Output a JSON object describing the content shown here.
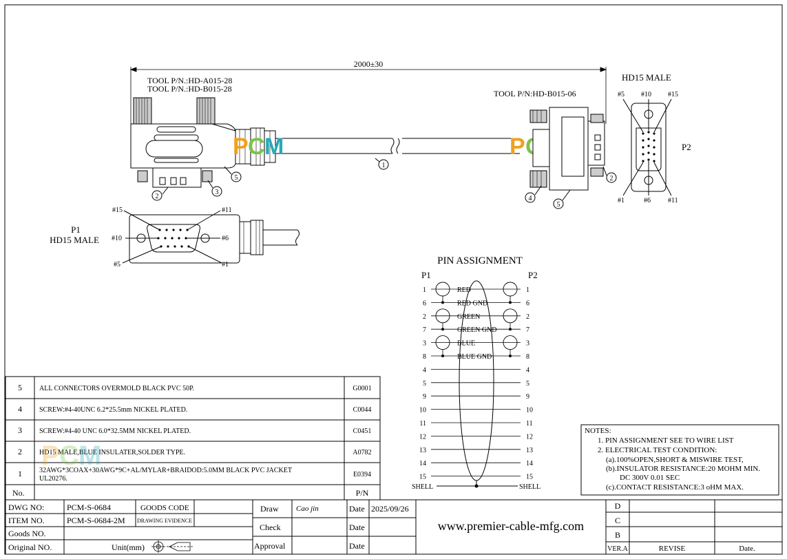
{
  "dimension": "2000±30",
  "tools": {
    "left_1": "TOOL P/N.:HD-A015-28",
    "left_2": "TOOL P/N.:HD-B015-28",
    "right": "TOOL P/N:HD-B015-06"
  },
  "logo": {
    "p": "P",
    "c": "C",
    "m": "M",
    "watermark": "PCM"
  },
  "p2": {
    "title": "HD15 MALE",
    "label": "P2",
    "pins": {
      "p5": "#5",
      "p10": "#10",
      "p15": "#15",
      "p1": "#1",
      "p6": "#6",
      "p11": "#11"
    }
  },
  "p1": {
    "title": "P1",
    "subtitle": "HD15 MALE",
    "pins": {
      "p15": "#15",
      "p11": "#11",
      "p10": "#10",
      "p6": "#6",
      "p5": "#5",
      "p1": "#1"
    }
  },
  "balloons": {
    "b1": "1",
    "b2": "2",
    "b3": "3",
    "b4": "4",
    "b5": "5"
  },
  "pin_assignment": {
    "title": "PIN ASSIGNMENT",
    "left_header": "P1",
    "right_header": "P2",
    "rows": [
      {
        "l": "1",
        "r": "1",
        "label": "RED"
      },
      {
        "l": "6",
        "r": "6",
        "label": "RED GND"
      },
      {
        "l": "2",
        "r": "2",
        "label": "GREEN"
      },
      {
        "l": "7",
        "r": "7",
        "label": "GREEN GND"
      },
      {
        "l": "3",
        "r": "3",
        "label": "BLUE"
      },
      {
        "l": "8",
        "r": "8",
        "label": "BLUE GND"
      },
      {
        "l": "4",
        "r": "4",
        "label": ""
      },
      {
        "l": "5",
        "r": "5",
        "label": ""
      },
      {
        "l": "9",
        "r": "9",
        "label": ""
      },
      {
        "l": "10",
        "r": "10",
        "label": ""
      },
      {
        "l": "11",
        "r": "11",
        "label": ""
      },
      {
        "l": "12",
        "r": "12",
        "label": ""
      },
      {
        "l": "13",
        "r": "13",
        "label": ""
      },
      {
        "l": "14",
        "r": "14",
        "label": ""
      },
      {
        "l": "15",
        "r": "15",
        "label": ""
      }
    ],
    "shell_left": "SHELL",
    "shell_right": "SHELL"
  },
  "bom": {
    "rows": [
      {
        "no": "5",
        "desc": "ALL CONNECTORS OVERMOLD BLACK PVC 50P.",
        "pn": "G0001"
      },
      {
        "no": "4",
        "desc": "SCREW:#4-40UNC 6.2*25.5mm NICKEL PLATED.",
        "pn": "C0044"
      },
      {
        "no": "3",
        "desc": "SCREW:#4-40 UNC 6.0*32.5MM NICKEL PLATED.",
        "pn": "C0451"
      },
      {
        "no": "2",
        "desc": "HD15 MALE,BLUE INSULATER,SOLDER TYPE.",
        "pn": "A0782"
      },
      {
        "no": "1",
        "desc": "32AWG*3COAX+30AWG*9C+AL/MYLAR+BRAIDOD:5.0MM BLACK PVC JACKET",
        "desc2": "UL20276.",
        "pn": "E0394"
      }
    ],
    "header_no": "No.",
    "header_pn": "P/N"
  },
  "notes": {
    "title": "NOTES:",
    "lines": [
      "1.  PIN ASSIGNMENT SEE TO WIRE LIST",
      "2.  ELECTRICAL TEST CONDITION:",
      "(a).100%OPEN,SHORT & MISWIRE TEST,",
      "(b).INSULATOR RESISTANCE:20 MOHM MIN.",
      "DC 300V 0.01 SEC",
      "(c).CONTACT RESISTANCE:3 oHM MAX."
    ]
  },
  "title_block": {
    "dwg_no_label": "DWG NO:",
    "dwg_no": "PCM-S-0684",
    "goods_code": "GOODS CODE",
    "item_no_label": "ITEM NO.",
    "item_no": "PCM-S-0684-2M",
    "drawing_evidence": "DRAWING EVIDENCE",
    "goods_no_label": "Goods NO.",
    "original_no_label": "Original NO.",
    "unit": "Unit(mm)",
    "draw": "Draw",
    "draw_signature": "Cao jin",
    "check": "Check",
    "approval": "Approval",
    "date": "Date",
    "date_value": "2025/09/26",
    "website": "www.premier-cable-mfg.com",
    "ver_d": "D",
    "ver_c": "C",
    "ver_b": "B",
    "ver_a": "VER.A",
    "revise": "REVISE",
    "date_col": "Date."
  }
}
